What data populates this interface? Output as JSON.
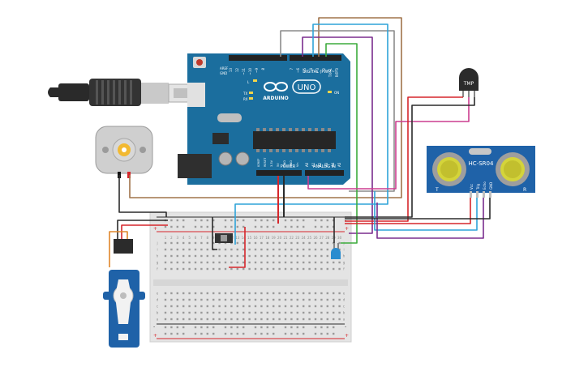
{
  "arduino": {
    "brand": "ARDUINO",
    "model": "UNO",
    "header_digital": "DIGITAL (PWM~)",
    "header_power": "POWER",
    "header_analog": "ANALOG IN",
    "aref": "AREF",
    "gnd": "GND",
    "led_l": "L",
    "led_tx": "TX",
    "led_rx": "RX",
    "led_on": "ON",
    "digital_pins": [
      "13",
      "12",
      "~11",
      "~10",
      "~9",
      "8",
      "7",
      "~6",
      "~5",
      "4",
      "~3",
      "2",
      "TX→1",
      "RX←0"
    ],
    "power_pins": [
      "IOREF",
      "RESET",
      "3.3V",
      "5V",
      "GND",
      "GND",
      "Vin"
    ],
    "analog_pins": [
      "A0",
      "A1",
      "A2",
      "A3",
      "A4",
      "A5"
    ],
    "color_board": "#1b6e9e"
  },
  "ultrasonic": {
    "label": "HC-SR04",
    "left_mark": "T",
    "right_mark": "R",
    "pins": [
      "Vcc",
      "Trig",
      "Echo",
      "GND"
    ]
  },
  "temp_sensor": {
    "label": "TMP"
  },
  "breadboard": {
    "rows_top": [
      "j",
      "i",
      "h",
      "g",
      "f"
    ],
    "rows_bottom": [
      "e",
      "d",
      "c",
      "b",
      "a"
    ],
    "col_numbers": [
      "1",
      "2",
      "3",
      "4",
      "5",
      "6",
      "7",
      "8",
      "9",
      "10",
      "11",
      "12",
      "13",
      "14",
      "15",
      "16",
      "17",
      "18",
      "19",
      "20",
      "21",
      "22",
      "23",
      "24",
      "25",
      "26",
      "27",
      "28",
      "29",
      "30"
    ],
    "rail_plus": "+",
    "rail_minus": "-"
  },
  "wire_colors": {
    "red": "#d6262b",
    "black": "#2b2b2b",
    "brown": "#a0734a",
    "gray": "#8c8c8c",
    "purple": "#7a2d8e",
    "blue": "#2ea3d9",
    "green": "#3dab3d",
    "magenta": "#cc3d8f"
  }
}
